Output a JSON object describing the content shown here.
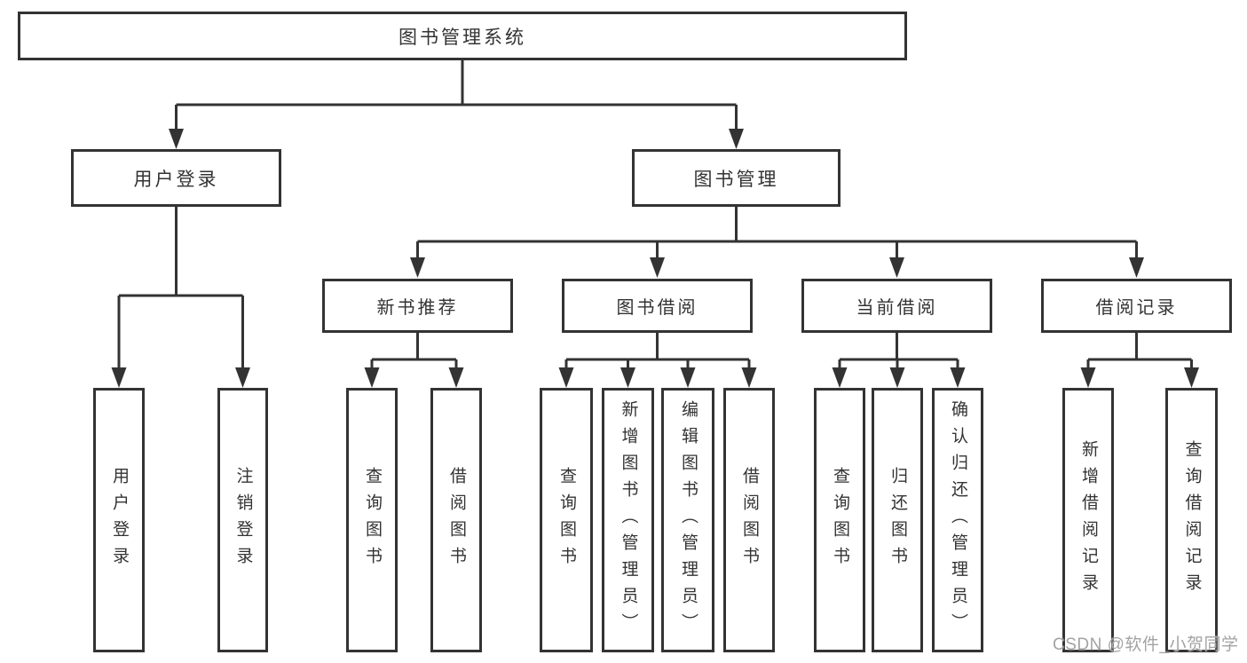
{
  "page": {
    "background": "#ffffff",
    "line_color": "#333333",
    "text_color": "#333333",
    "watermark_color": "#a3a3a3"
  },
  "tree": {
    "root": "图书管理系统",
    "branches": [
      {
        "label": "用户登录",
        "children": [
          "用户登录",
          "注销登录"
        ]
      },
      {
        "label": "图书管理",
        "sections": [
          {
            "label": "新书推荐",
            "children": [
              "查询图书",
              "借阅图书"
            ]
          },
          {
            "label": "图书借阅",
            "children": [
              "查询图书",
              "新增图书（管理员）",
              "编辑图书（管理员）",
              "借阅图书"
            ]
          },
          {
            "label": "当前借阅",
            "children": [
              "查询图书",
              "归还图书",
              "确认归还（管理员）"
            ]
          },
          {
            "label": "借阅记录",
            "children": [
              "新增借阅记录",
              "查询借阅记录"
            ]
          }
        ]
      }
    ]
  },
  "watermark": "CSDN @软件_小贺同学"
}
